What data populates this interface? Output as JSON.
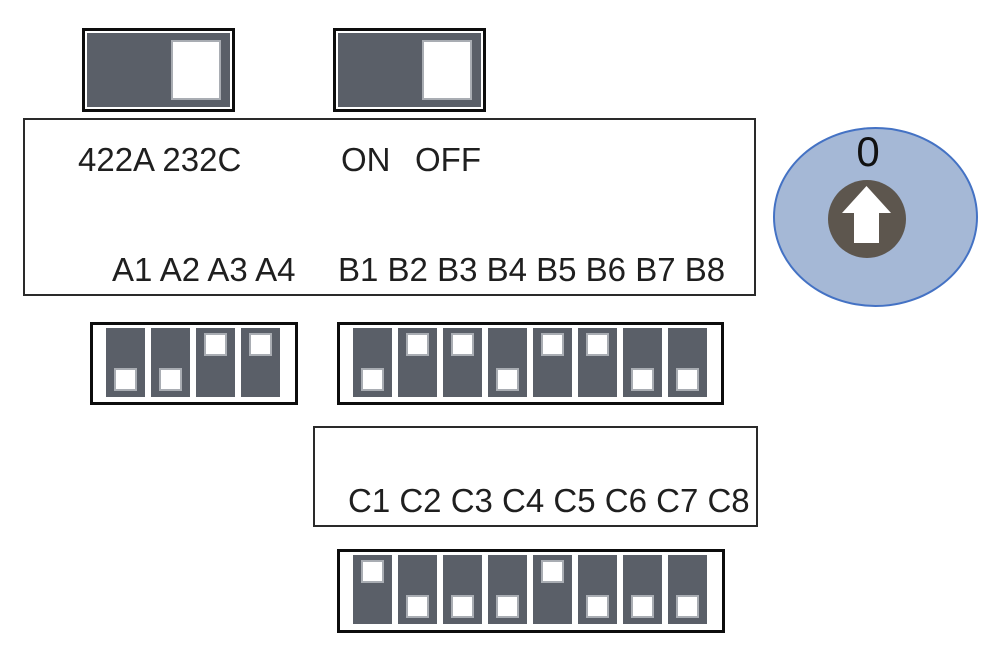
{
  "colors": {
    "background": "#ffffff",
    "switch_body": "#5a5f68",
    "knob_fill": "#ffffff",
    "knob_border": "#a9adb3",
    "box_border": "#0d0d0d",
    "rotary_fill": "#a5b8d6",
    "rotary_border": "#4472c4",
    "rotary_hub": "#5d564e",
    "text": "#1f1f1f"
  },
  "slide_switches": [
    {
      "id": "mode-422a-232c",
      "knob_position": "right"
    },
    {
      "id": "on-off",
      "knob_position": "right"
    }
  ],
  "top_label_box": {
    "mode_label": "422A 232C",
    "on_label": "ON",
    "off_label": "OFF",
    "bank_a_label": "A1 A2 A3 A4",
    "bank_b_label": "B1 B2 B3 B4 B5 B6 B7 B8"
  },
  "bottom_label_box": {
    "bank_c_label": "C1 C2 C3 C4 C5 C6 C7 C8"
  },
  "rotary_switch": {
    "value": "0",
    "icon": "up-arrow"
  },
  "dip_banks": {
    "a": [
      "down",
      "down",
      "up",
      "up"
    ],
    "b": [
      "down",
      "up",
      "up",
      "down",
      "up",
      "up",
      "down",
      "down"
    ],
    "c": [
      "up",
      "down",
      "down",
      "down",
      "up",
      "down",
      "down",
      "down"
    ]
  }
}
